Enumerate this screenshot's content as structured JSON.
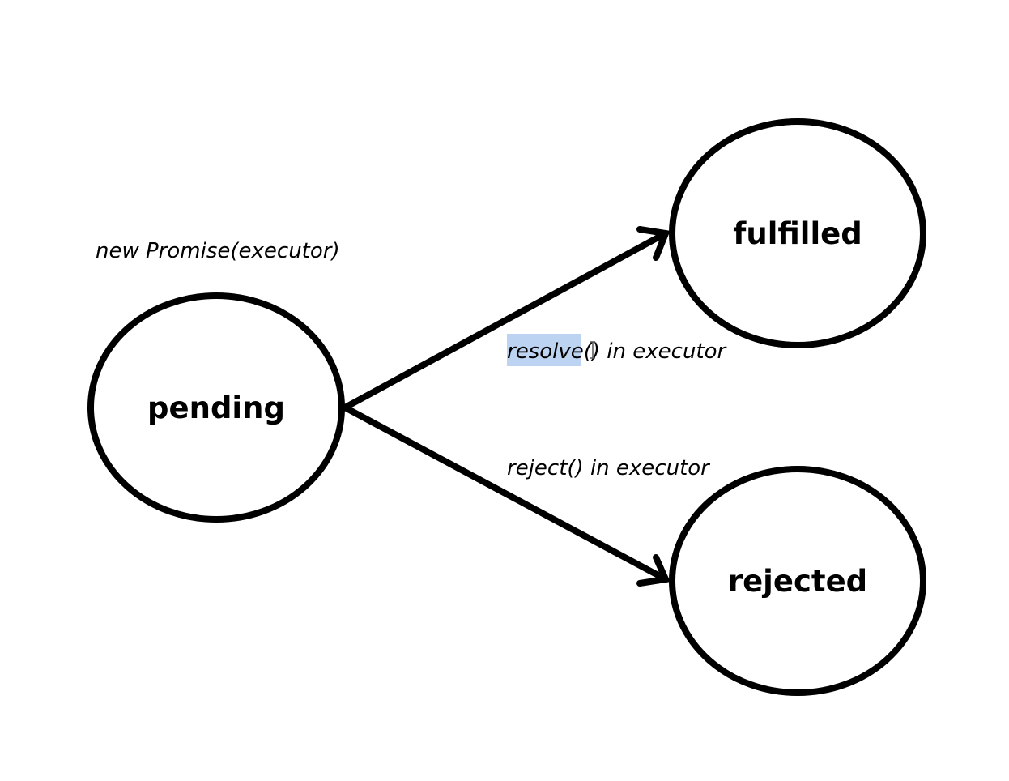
{
  "diagram": {
    "intro_label": "new Promise(executor)",
    "states": {
      "pending": "pending",
      "fulfilled": "fulfilled",
      "rejected": "rejected"
    },
    "transitions": {
      "resolve": {
        "highlighted_part": "resolve()",
        "rest": " in executor"
      },
      "reject": "reject() in executor"
    },
    "colors": {
      "stroke": "#000000",
      "highlight": "#bcd3f2"
    }
  }
}
